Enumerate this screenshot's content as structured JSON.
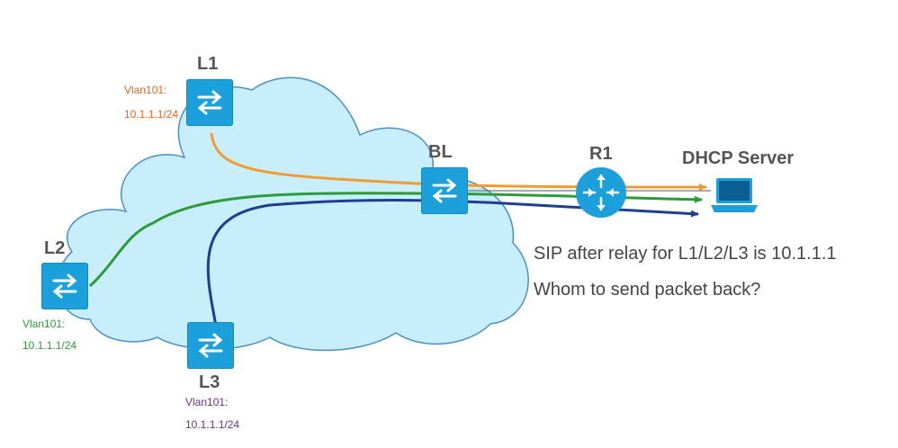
{
  "nodes": {
    "l1": {
      "name": "L1",
      "vlan": "Vlan101:",
      "ip": "10.1.1.1/24",
      "color": "#e8641e"
    },
    "l2": {
      "name": "L2",
      "vlan": "Vlan101:",
      "ip": "10.1.1.1/24",
      "color": "#2e9b3a"
    },
    "l3": {
      "name": "L3",
      "vlan": "Vlan101:",
      "ip": "10.1.1.1/24",
      "color": "#6a2f8e"
    },
    "bl": {
      "name": "BL"
    },
    "r1": {
      "name": "R1"
    },
    "server": {
      "name": "DHCP Server"
    }
  },
  "notes": {
    "line1": "SIP after relay for L1/L2/L3 is 10.1.1.1",
    "line2": "Whom to send packet back?"
  },
  "colors": {
    "cloud_fill": "#c8eefb",
    "cloud_stroke": "#4a90c8",
    "device": "#1ba0dc",
    "path_l1": "#f29b32",
    "path_l2": "#2e9b3a",
    "path_l3": "#1f3e8f"
  },
  "icons": {
    "switch": "switch-arrows-icon",
    "router": "router-icon",
    "server": "laptop-icon"
  }
}
